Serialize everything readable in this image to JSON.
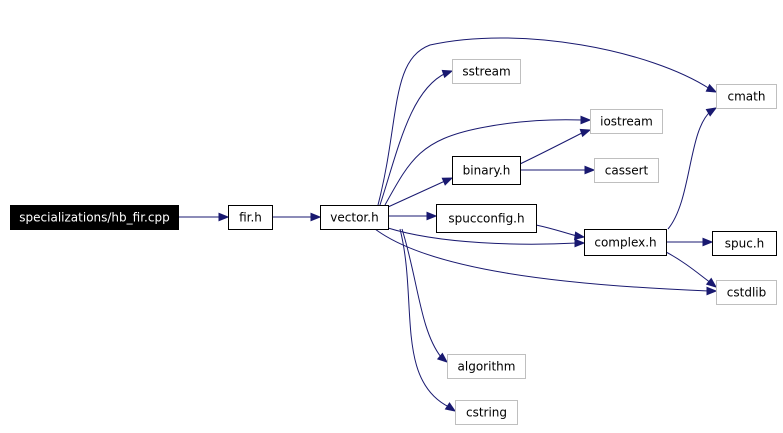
{
  "colors": {
    "edge": "#191970",
    "root_fill": "#000000",
    "root_text": "#ffffff",
    "node_fill": "#ffffff",
    "node_text": "#000000",
    "documented_border": "#000000",
    "external_border": "#bfbfbf"
  },
  "nodes": [
    {
      "id": "hb_fir_cpp",
      "label": "specializations/hb_fir.cpp",
      "kind": "root"
    },
    {
      "id": "fir_h",
      "label": "fir.h",
      "kind": "documented"
    },
    {
      "id": "vector_h",
      "label": "vector.h",
      "kind": "documented"
    },
    {
      "id": "sstream",
      "label": "sstream",
      "kind": "external"
    },
    {
      "id": "iostream",
      "label": "iostream",
      "kind": "external"
    },
    {
      "id": "binary_h",
      "label": "binary.h",
      "kind": "documented"
    },
    {
      "id": "cassert",
      "label": "cassert",
      "kind": "external"
    },
    {
      "id": "spucconfig_h",
      "label": "spucconfig.h",
      "kind": "documented"
    },
    {
      "id": "complex_h",
      "label": "complex.h",
      "kind": "documented"
    },
    {
      "id": "cmath",
      "label": "cmath",
      "kind": "external"
    },
    {
      "id": "spuc_h",
      "label": "spuc.h",
      "kind": "documented"
    },
    {
      "id": "cstdlib",
      "label": "cstdlib",
      "kind": "external"
    },
    {
      "id": "algorithm",
      "label": "algorithm",
      "kind": "external"
    },
    {
      "id": "cstring",
      "label": "cstring",
      "kind": "external"
    }
  ],
  "edges": [
    {
      "from": "hb_fir_cpp",
      "to": "fir_h"
    },
    {
      "from": "fir_h",
      "to": "vector_h"
    },
    {
      "from": "vector_h",
      "to": "sstream"
    },
    {
      "from": "vector_h",
      "to": "cmath"
    },
    {
      "from": "vector_h",
      "to": "iostream"
    },
    {
      "from": "vector_h",
      "to": "binary_h"
    },
    {
      "from": "vector_h",
      "to": "spucconfig_h"
    },
    {
      "from": "vector_h",
      "to": "complex_h"
    },
    {
      "from": "vector_h",
      "to": "cstdlib"
    },
    {
      "from": "vector_h",
      "to": "algorithm"
    },
    {
      "from": "vector_h",
      "to": "cstring"
    },
    {
      "from": "binary_h",
      "to": "iostream"
    },
    {
      "from": "binary_h",
      "to": "cassert"
    },
    {
      "from": "spucconfig_h",
      "to": "complex_h"
    },
    {
      "from": "complex_h",
      "to": "cmath"
    },
    {
      "from": "complex_h",
      "to": "spuc_h"
    },
    {
      "from": "complex_h",
      "to": "cstdlib"
    }
  ]
}
